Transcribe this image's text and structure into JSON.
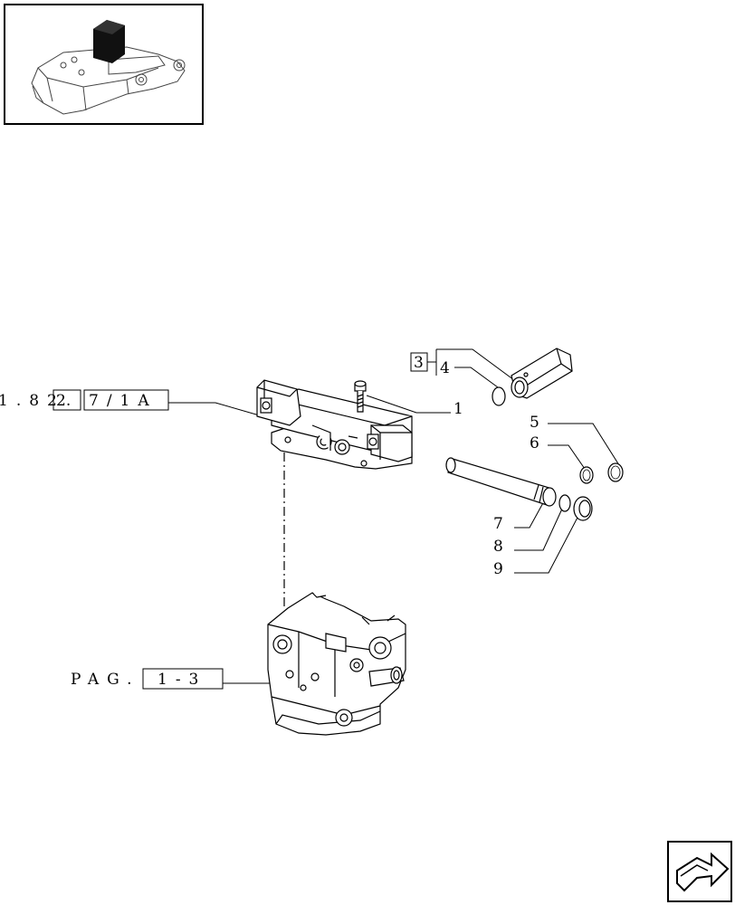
{
  "refs": {
    "group_ref_prefix": "1.82",
    "group_ref_box_a": "2.",
    "group_ref_box_b": "7/1A",
    "page_ref_prefix": "PAG.",
    "page_ref_box": "1-3",
    "kit_box": "3"
  },
  "callouts": [
    "1",
    "4",
    "5",
    "6",
    "7",
    "8",
    "9"
  ],
  "colors": {
    "line": "#000000",
    "background": "#ffffff",
    "thumb_block": "#111111"
  },
  "icons": {
    "thumbnail": "lift-cover-thumbnail",
    "nav": "next-page-arrow-icon"
  }
}
